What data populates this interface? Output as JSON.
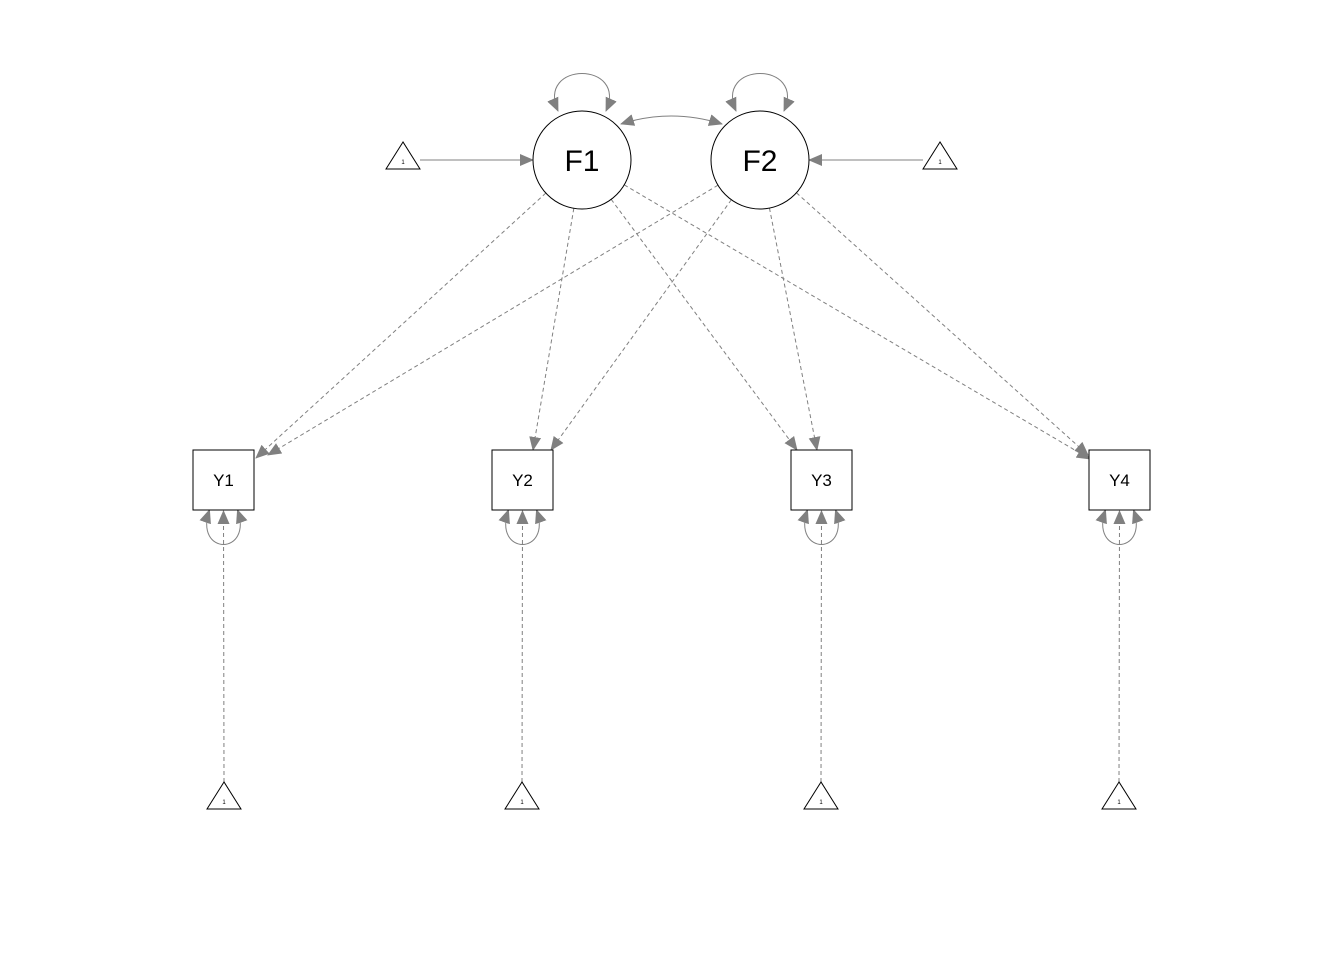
{
  "diagram": {
    "latents": [
      {
        "id": "F1",
        "label": "F1"
      },
      {
        "id": "F2",
        "label": "F2"
      }
    ],
    "manifests": [
      {
        "id": "Y1",
        "label": "Y1"
      },
      {
        "id": "Y2",
        "label": "Y2"
      },
      {
        "id": "Y3",
        "label": "Y3"
      },
      {
        "id": "Y4",
        "label": "Y4"
      }
    ],
    "constants": [
      {
        "id": "c_F1",
        "label": "1",
        "target": "F1"
      },
      {
        "id": "c_F2",
        "label": "1",
        "target": "F2"
      },
      {
        "id": "c_Y1",
        "label": "1",
        "target": "Y1"
      },
      {
        "id": "c_Y2",
        "label": "1",
        "target": "Y2"
      },
      {
        "id": "c_Y3",
        "label": "1",
        "target": "Y3"
      },
      {
        "id": "c_Y4",
        "label": "1",
        "target": "Y4"
      }
    ],
    "loadings": [
      {
        "from": "F1",
        "to": "Y1"
      },
      {
        "from": "F1",
        "to": "Y2"
      },
      {
        "from": "F1",
        "to": "Y3"
      },
      {
        "from": "F1",
        "to": "Y4"
      },
      {
        "from": "F2",
        "to": "Y1"
      },
      {
        "from": "F2",
        "to": "Y2"
      },
      {
        "from": "F2",
        "to": "Y3"
      },
      {
        "from": "F2",
        "to": "Y4"
      }
    ],
    "covariances": [
      {
        "a": "F1",
        "b": "F2"
      }
    ],
    "variances": [
      "F1",
      "F2",
      "Y1",
      "Y2",
      "Y3",
      "Y4"
    ],
    "colors": {
      "edge": "#808080",
      "node_stroke": "#000000",
      "background": "#ffffff"
    }
  }
}
